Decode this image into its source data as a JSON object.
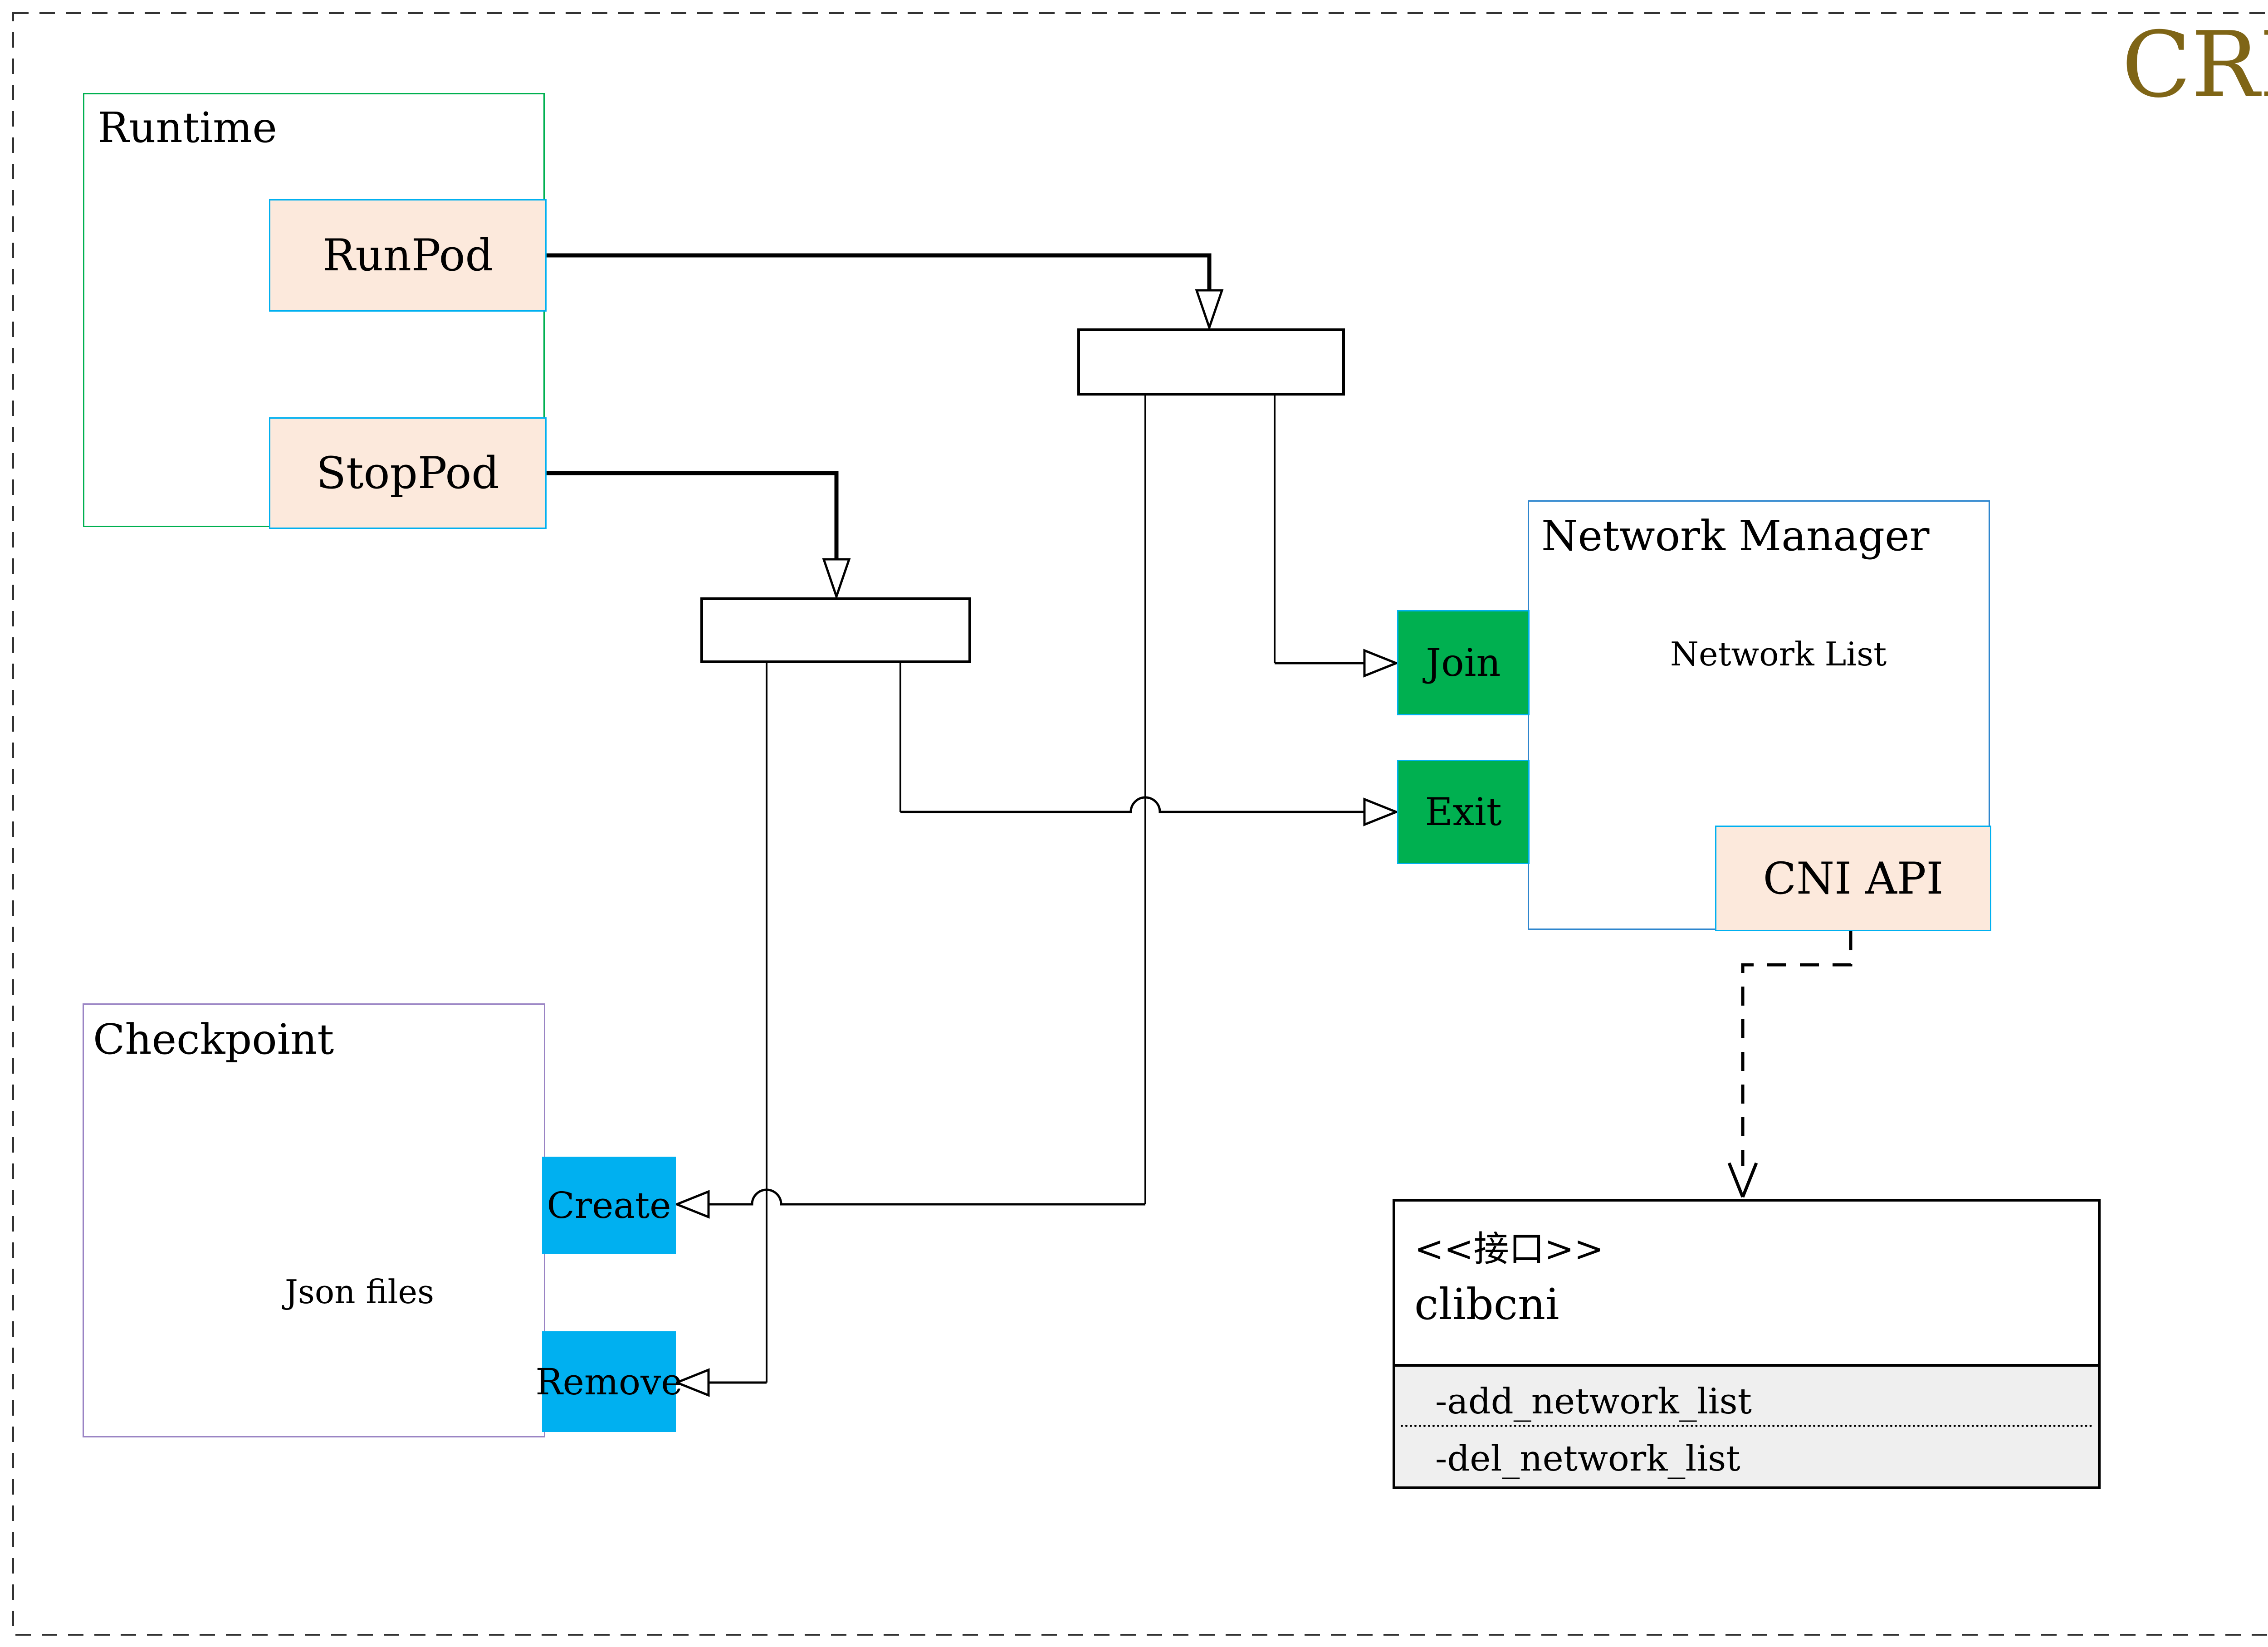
{
  "header": {
    "title": "CRI"
  },
  "runtime": {
    "title": "Runtime",
    "run_pod": "RunPod",
    "stop_pod": "StopPod"
  },
  "checkpoint": {
    "title": "Checkpoint",
    "database_label": "Json files",
    "create": "Create",
    "remove": "Remove"
  },
  "network_manager": {
    "title": "Network Manager",
    "database_label": "Network List",
    "join": "Join",
    "exit": "Exit",
    "cni_api": "CNI API"
  },
  "interface": {
    "stereotype": "<<接口>>",
    "name": "clibcni",
    "methods": [
      "-add_network_list",
      "-del_network_list"
    ]
  },
  "colors": {
    "accent_title": "#7F6516",
    "runtime_border": "#00B050",
    "checkpoint_border": "#9A84C4",
    "network_manager_border": "#2E86CE",
    "action_fill": "#FCE9DC",
    "action_border": "#00B0F0",
    "join_exit_fill": "#00B050",
    "create_remove_fill": "#00B0F0",
    "interface_section_fill": "#EFEFEF",
    "database_stroke": "#696969",
    "line": "#000000"
  }
}
